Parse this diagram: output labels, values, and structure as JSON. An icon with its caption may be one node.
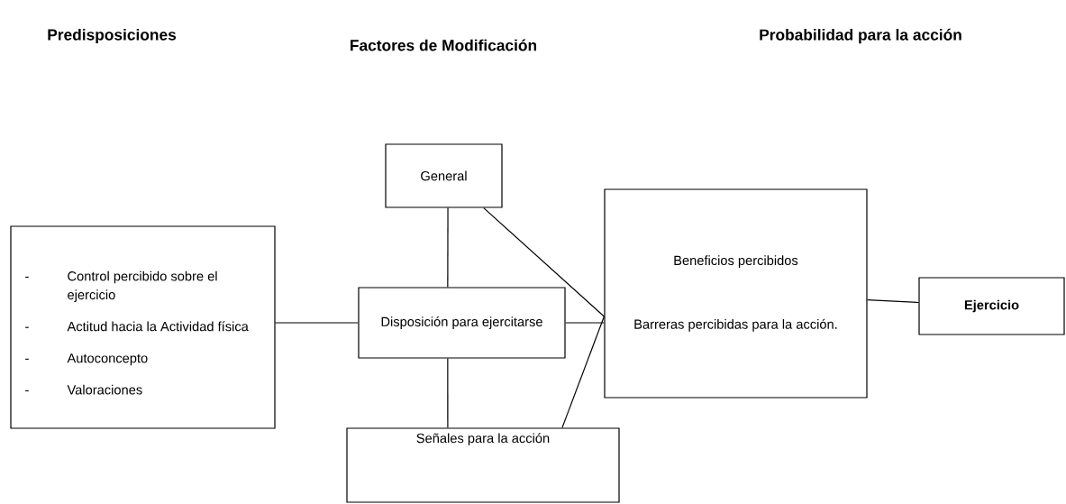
{
  "diagram": {
    "nodes": [
      {
        "text": [
          "-",
          "Control percibido sobre el ejercicio",
          "-",
          "Actitud hacia la Actividad física",
          "-",
          "Autoconcepto",
          "-",
          "Valoraciones"
        ]
      },
      {
        "text": [
          "General"
        ]
      },
      {
        "text": [
          "Disposición para ejercitarse"
        ]
      },
      {
        "text": [
          "Señales para la acción"
        ]
      },
      {
        "text": [
          "Beneficios percibidos",
          "Barreras percibidas para la acción."
        ]
      },
      {
        "text": [
          "Ejercicio"
        ]
      }
    ],
    "edges": [
      {
        "from": 0,
        "to": 2,
        "arrow": "none"
      },
      {
        "from": 1,
        "to": 2,
        "arrow": "none"
      },
      {
        "from": 2,
        "to": 3,
        "arrow": "none"
      },
      {
        "from": 1,
        "to": 4,
        "arrow": "none"
      },
      {
        "from": 2,
        "to": 4,
        "arrow": "none"
      },
      {
        "from": 3,
        "to": 4,
        "arrow": "none"
      },
      {
        "from": 4,
        "to": 5,
        "arrow": "none"
      }
    ],
    "labels": [
      "Predisposiciones",
      "Factores de Modificación",
      "Probabilidad para la acción"
    ]
  }
}
